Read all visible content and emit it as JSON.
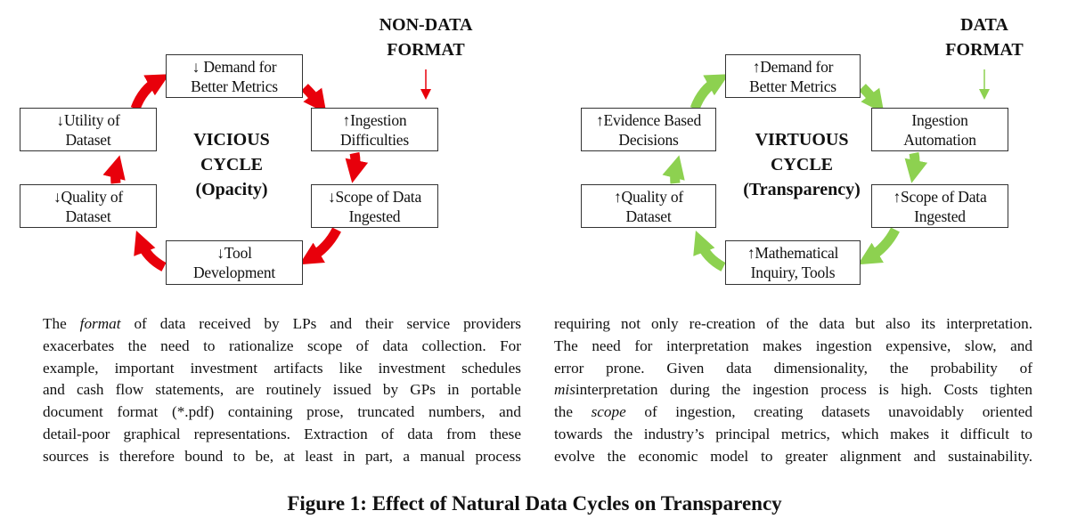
{
  "left_diagram": {
    "format_label": [
      "NON-DATA",
      "FORMAT"
    ],
    "center_title": [
      "VICIOUS",
      "CYCLE",
      "(Opacity)"
    ],
    "arrow_color": "#e8000b",
    "boxes": {
      "demand": [
        "↓ Demand for",
        "Better Metrics"
      ],
      "ingestion": [
        "↑Ingestion",
        "Difficulties"
      ],
      "scope": [
        "↓Scope of Data",
        "Ingested"
      ],
      "tool": [
        "↓Tool",
        "Development"
      ],
      "quality": [
        "↓Quality of",
        "Dataset"
      ],
      "utility": [
        "↓Utility of",
        "Dataset"
      ]
    }
  },
  "right_diagram": {
    "format_label": [
      "DATA",
      "FORMAT"
    ],
    "center_title": [
      "VIRTUOUS",
      "CYCLE",
      "(Transparency)"
    ],
    "arrow_color": "#8dd150",
    "boxes": {
      "demand": [
        "↑Demand for",
        "Better Metrics"
      ],
      "ingestion": [
        "Ingestion",
        "Automation"
      ],
      "scope": [
        "↑Scope of Data",
        "Ingested"
      ],
      "math": [
        "↑Mathematical",
        "Inquiry, Tools"
      ],
      "quality": [
        "↑Quality of",
        "Dataset"
      ],
      "evidence": [
        "↑Evidence Based",
        "Decisions"
      ]
    }
  },
  "body_text": {
    "left_column": [
      [
        {
          "t": "The "
        },
        {
          "t": "format",
          "i": true
        },
        {
          "t": " of data received by LPs and their service providers"
        }
      ],
      [
        {
          "t": "exacerbates the need to rationalize scope of data collection. For"
        }
      ],
      [
        {
          "t": "example, important investment artifacts like investment schedules"
        }
      ],
      [
        {
          "t": "and cash flow statements, are routinely issued by GPs in portable"
        }
      ],
      [
        {
          "t": "document format (*.pdf) containing prose, truncated numbers, and"
        }
      ],
      [
        {
          "t": "detail-poor graphical representations.  Extraction of data from these"
        }
      ],
      [
        {
          "t": "sources is therefore bound to be, at least in part, a manual process"
        }
      ]
    ],
    "right_column": [
      [
        {
          "t": "requiring not only re-creation of the data but also its interpretation."
        }
      ],
      [
        {
          "t": "The need for interpretation makes ingestion expensive, slow, and"
        }
      ],
      [
        {
          "t": "error prone. Given data dimensionality, the probability of"
        }
      ],
      [
        {
          "t": "mis",
          "i": true
        },
        {
          "t": "interpretation during the ingestion process is high. Costs tighten"
        }
      ],
      [
        {
          "t": "the "
        },
        {
          "t": "scope",
          "i": true
        },
        {
          "t": " of ingestion, creating datasets unavoidably oriented"
        }
      ],
      [
        {
          "t": "towards the industry’s principal metrics, which makes it difficult to"
        }
      ],
      [
        {
          "t": "evolve the economic model to greater alignment and sustainability."
        }
      ]
    ]
  },
  "caption": "Figure 1: Effect of Natural Data Cycles on Transparency"
}
